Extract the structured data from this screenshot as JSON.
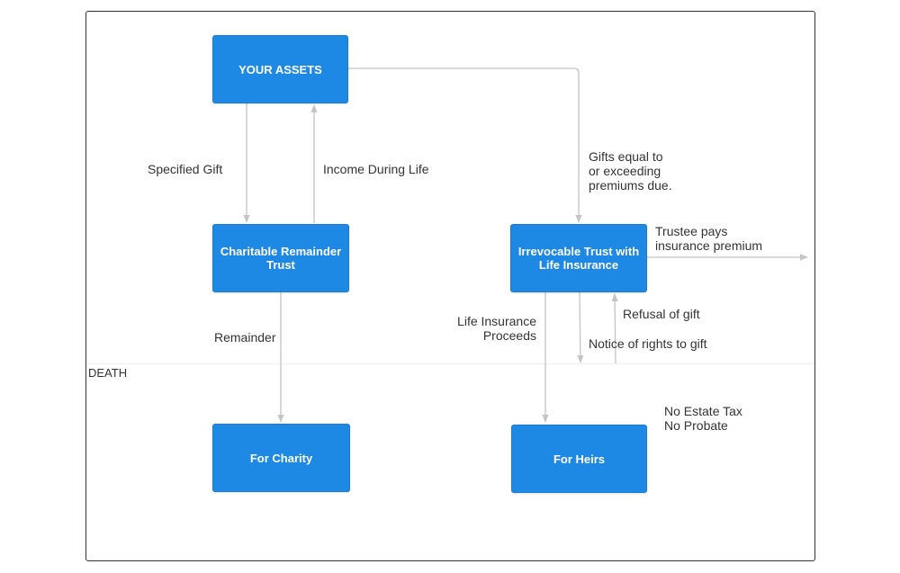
{
  "diagram": {
    "nodes": {
      "your_assets": "YOUR ASSETS",
      "charitable_remainder_trust": "Charitable Remainder Trust",
      "irrevocable_trust": "Irrevocable Trust with Life Insurance",
      "for_charity": "For Charity",
      "for_heirs": "For Heirs"
    },
    "labels": {
      "specified_gift": "Specified Gift",
      "income_during_life": "Income During Life",
      "gifts_equal": "Gifts equal to\nor exceeding\npremiums due.",
      "trustee_pays": "Trustee pays\ninsurance premium",
      "remainder": "Remainder",
      "life_insurance_proceeds": "Life Insurance\nProceeds",
      "refusal_of_gift": "Refusal of gift",
      "notice_of_rights": "Notice of rights to gift",
      "death": "DEATH",
      "no_estate_tax": "No Estate Tax\nNo Probate"
    },
    "colors": {
      "node_fill": "#1e88e5",
      "node_text": "#ffffff",
      "connector": "#c4c4c4",
      "label_text": "#333333"
    }
  }
}
